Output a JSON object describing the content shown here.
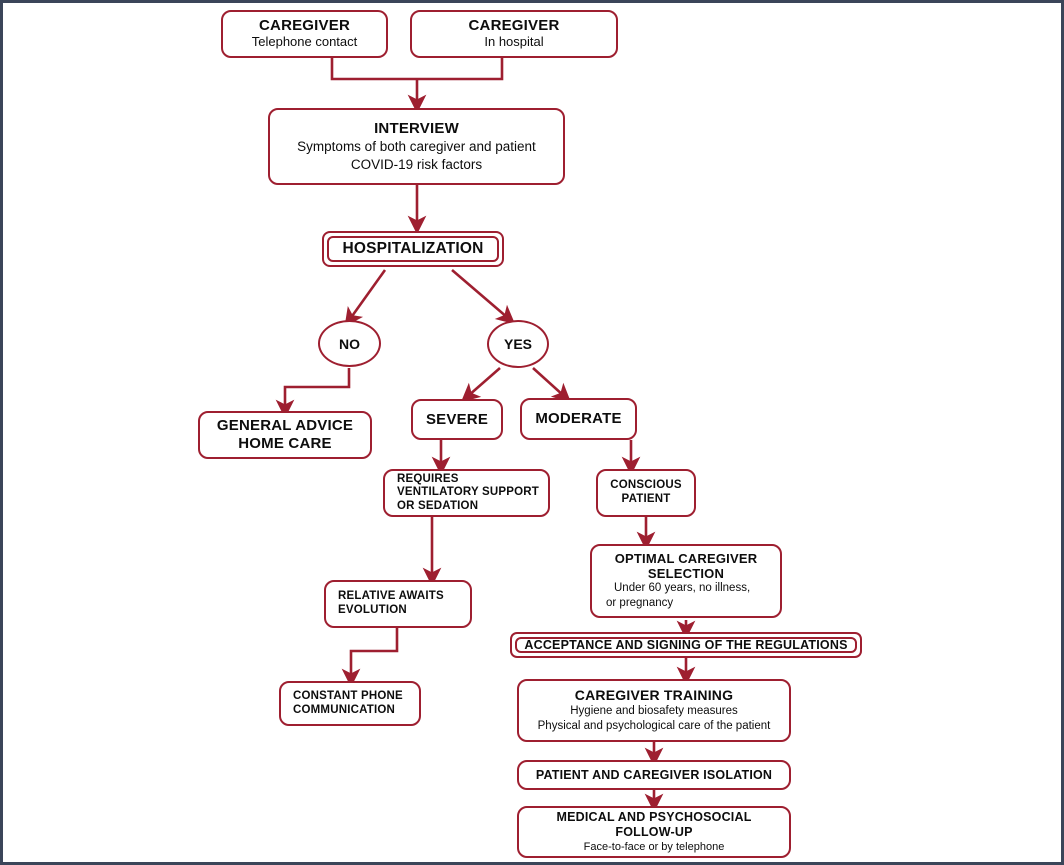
{
  "figure": {
    "kind": "flowchart",
    "accent_color": "#9e1f30",
    "frame_color": "#3b4559",
    "background": "#ffffff"
  },
  "nodes": {
    "caregiver_phone": {
      "title": "CAREGIVER",
      "subtitle": "Telephone contact"
    },
    "caregiver_hospital": {
      "title": "CAREGIVER",
      "subtitle": "In hospital"
    },
    "interview": {
      "title": "INTERVIEW",
      "line1": "Symptoms of both caregiver and patient",
      "line2": "COVID-19 risk factors"
    },
    "hospitalization": {
      "title": "HOSPITALIZATION"
    },
    "decision_no": {
      "label": "NO"
    },
    "decision_yes": {
      "label": "YES"
    },
    "general_advice": {
      "line1": "GENERAL ADVICE",
      "line2": "HOME CARE"
    },
    "severe": {
      "title": "SEVERE"
    },
    "moderate": {
      "title": "MODERATE"
    },
    "requires_vent": {
      "line1": "REQUIRES",
      "line2": "VENTILATORY SUPPORT",
      "line3": "OR SEDATION"
    },
    "conscious_patient": {
      "line1": "CONSCIOUS",
      "line2": "PATIENT"
    },
    "relative_awaits": {
      "line1": "RELATIVE AWAITS",
      "line2": "EVOLUTION"
    },
    "constant_phone": {
      "line1": "CONSTANT PHONE",
      "line2": "COMMUNICATION"
    },
    "optimal_caregiver": {
      "line1": "OPTIMAL CAREGIVER",
      "line2": "SELECTION",
      "sub1": "Under 60 years, no illness,",
      "sub2": "or pregnancy"
    },
    "acceptance": {
      "title": "ACCEPTANCE AND SIGNING OF THE REGULATIONS"
    },
    "caregiver_training": {
      "title": "CAREGIVER TRAINING",
      "sub1": "Hygiene and biosafety measures",
      "sub2": "Physical and psychological care of the patient"
    },
    "isolation": {
      "title": "PATIENT AND CAREGIVER ISOLATION"
    },
    "followup": {
      "line1": "MEDICAL AND PSYCHOSOCIAL",
      "line2": "FOLLOW-UP",
      "sub1": "Face-to-face or by telephone"
    }
  },
  "edges": [
    {
      "name": "caregiver-phone-to-interview",
      "from": "caregiver_phone",
      "to": "interview",
      "style": "elbow-merge"
    },
    {
      "name": "caregiver-hospital-to-interview",
      "from": "caregiver_hospital",
      "to": "interview",
      "style": "elbow-merge"
    },
    {
      "name": "interview-to-hospitalization",
      "from": "interview",
      "to": "hospitalization",
      "style": "straight-down"
    },
    {
      "name": "hospitalization-to-no",
      "from": "hospitalization",
      "to": "decision_no",
      "style": "diagonal"
    },
    {
      "name": "hospitalization-to-yes",
      "from": "hospitalization",
      "to": "decision_yes",
      "style": "diagonal"
    },
    {
      "name": "no-to-general-advice",
      "from": "decision_no",
      "to": "general_advice",
      "style": "elbow-left"
    },
    {
      "name": "yes-to-severe",
      "from": "decision_yes",
      "to": "severe",
      "style": "diagonal"
    },
    {
      "name": "yes-to-moderate",
      "from": "decision_yes",
      "to": "moderate",
      "style": "diagonal"
    },
    {
      "name": "severe-to-requires-vent",
      "from": "severe",
      "to": "requires_vent",
      "style": "straight-down"
    },
    {
      "name": "moderate-to-conscious-patient",
      "from": "moderate",
      "to": "conscious_patient",
      "style": "straight-down"
    },
    {
      "name": "requires-vent-to-relative-awaits",
      "from": "requires_vent",
      "to": "relative_awaits",
      "style": "straight-down"
    },
    {
      "name": "relative-awaits-to-constant-phone",
      "from": "relative_awaits",
      "to": "constant_phone",
      "style": "elbow-left"
    },
    {
      "name": "conscious-patient-to-optimal-caregiver",
      "from": "conscious_patient",
      "to": "optimal_caregiver",
      "style": "straight-down"
    },
    {
      "name": "optimal-caregiver-to-acceptance",
      "from": "optimal_caregiver",
      "to": "acceptance",
      "style": "straight-down"
    },
    {
      "name": "acceptance-to-caregiver-training",
      "from": "acceptance",
      "to": "caregiver_training",
      "style": "straight-down"
    },
    {
      "name": "caregiver-training-to-isolation",
      "from": "caregiver_training",
      "to": "isolation",
      "style": "straight-down"
    },
    {
      "name": "isolation-to-followup",
      "from": "isolation",
      "to": "followup",
      "style": "straight-down"
    }
  ]
}
